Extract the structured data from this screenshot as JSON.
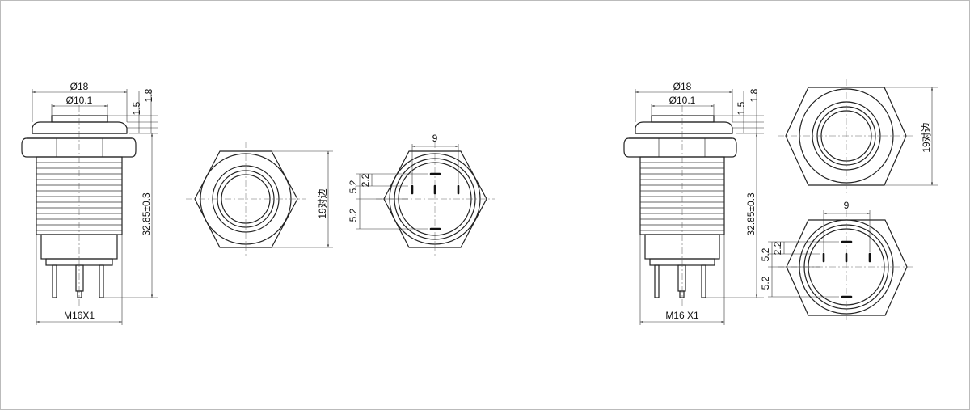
{
  "diagrams": [
    {
      "id": "variant-a",
      "side_view": {
        "dia_outer": "Ø18",
        "dia_inner": "Ø10.1",
        "cap_gap": "1.5",
        "cap_height": "1.8",
        "total_length": "32.85±0.3",
        "thread": "M16X1"
      },
      "hex_view": {
        "across_flats": "19对边"
      },
      "rear_view": {
        "pin_span": "9",
        "pin_offset_top": "5.2",
        "pin_offset_mid": "2.2",
        "pin_offset_bottom": "5.2"
      }
    },
    {
      "id": "variant-b",
      "side_view": {
        "dia_outer": "Ø18",
        "dia_inner": "Ø10.1",
        "cap_gap": "1.5",
        "cap_height": "1.8",
        "total_length": "32.85±0.3",
        "thread": "M16 X1"
      },
      "hex_view": {
        "across_flats": "19对边"
      },
      "rear_view": {
        "pin_span": "9",
        "pin_offset_top": "5.2",
        "pin_offset_mid": "2.2",
        "pin_offset_bottom": "5.2"
      }
    }
  ]
}
